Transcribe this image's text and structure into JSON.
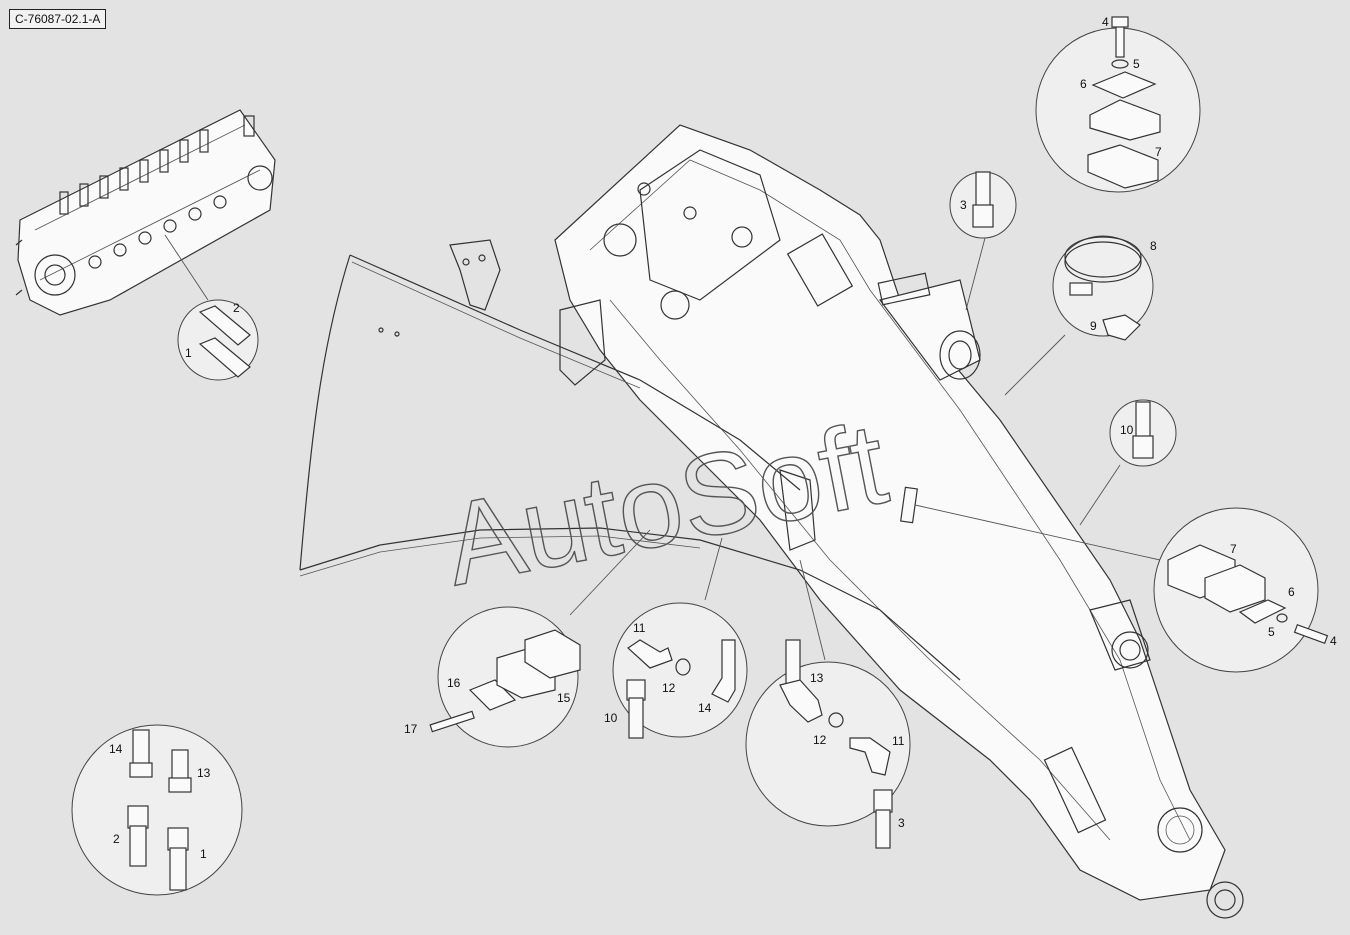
{
  "ref_code": "C-76087-02.1-A",
  "watermark": "AutoSoft",
  "callouts": [
    {
      "id": "c1",
      "text": "1"
    },
    {
      "id": "c2",
      "text": "2"
    },
    {
      "id": "c3",
      "text": "3"
    },
    {
      "id": "c4",
      "text": "4"
    },
    {
      "id": "c5",
      "text": "5"
    },
    {
      "id": "c6",
      "text": "6"
    },
    {
      "id": "c7",
      "text": "7"
    },
    {
      "id": "c8",
      "text": "8"
    },
    {
      "id": "c9",
      "text": "9"
    },
    {
      "id": "c10",
      "text": "10"
    },
    {
      "id": "c7b",
      "text": "7"
    },
    {
      "id": "c6b",
      "text": "6"
    },
    {
      "id": "c5b",
      "text": "5"
    },
    {
      "id": "c4b",
      "text": "4"
    },
    {
      "id": "c16",
      "text": "16"
    },
    {
      "id": "c15",
      "text": "15"
    },
    {
      "id": "c17",
      "text": "17"
    },
    {
      "id": "c11a",
      "text": "11"
    },
    {
      "id": "c12a",
      "text": "12"
    },
    {
      "id": "c10a",
      "text": "10"
    },
    {
      "id": "c14a",
      "text": "14"
    },
    {
      "id": "c13b",
      "text": "13"
    },
    {
      "id": "c12b",
      "text": "12"
    },
    {
      "id": "c11b",
      "text": "11"
    },
    {
      "id": "c3b",
      "text": "3"
    },
    {
      "id": "c14c",
      "text": "14"
    },
    {
      "id": "c13c",
      "text": "13"
    },
    {
      "id": "c2c",
      "text": "2"
    },
    {
      "id": "c1c",
      "text": "1"
    }
  ]
}
